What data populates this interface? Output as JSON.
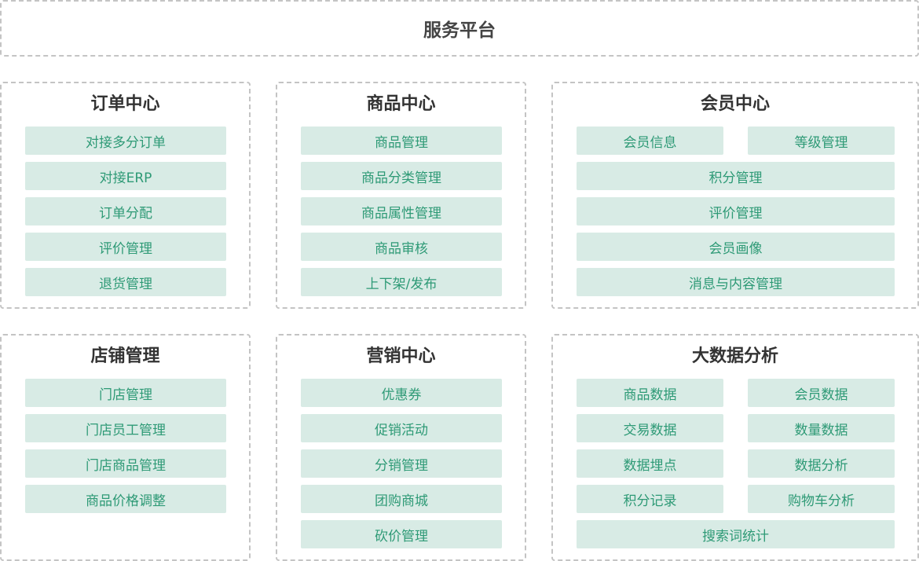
{
  "platform": {
    "title": "服务平台"
  },
  "order_center": {
    "title": "订单中心",
    "items": [
      "对接多分订单",
      "对接ERP",
      "订单分配",
      "评价管理",
      "退货管理"
    ]
  },
  "product_center": {
    "title": "商品中心",
    "items": [
      "商品管理",
      "商品分类管理",
      "商品属性管理",
      "商品审核",
      "上下架/发布"
    ]
  },
  "member_center": {
    "title": "会员中心",
    "items": [
      "会员信息",
      "等级管理",
      "积分管理",
      "评价管理",
      "会员画像",
      "消息与内容管理"
    ]
  },
  "store_management": {
    "title": "店铺管理",
    "items": [
      "门店管理",
      "门店员工管理",
      "门店商品管理",
      "商品价格调整"
    ]
  },
  "marketing_center": {
    "title": "营销中心",
    "items": [
      "优惠券",
      "促销活动",
      "分销管理",
      "团购商城",
      "砍价管理"
    ]
  },
  "big_data": {
    "title": "大数据分析",
    "items": [
      "商品数据",
      "会员数据",
      "交易数据",
      "数量数据",
      "数据埋点",
      "数据分析",
      "积分记录",
      "购物车分析",
      "搜索词统计"
    ]
  }
}
